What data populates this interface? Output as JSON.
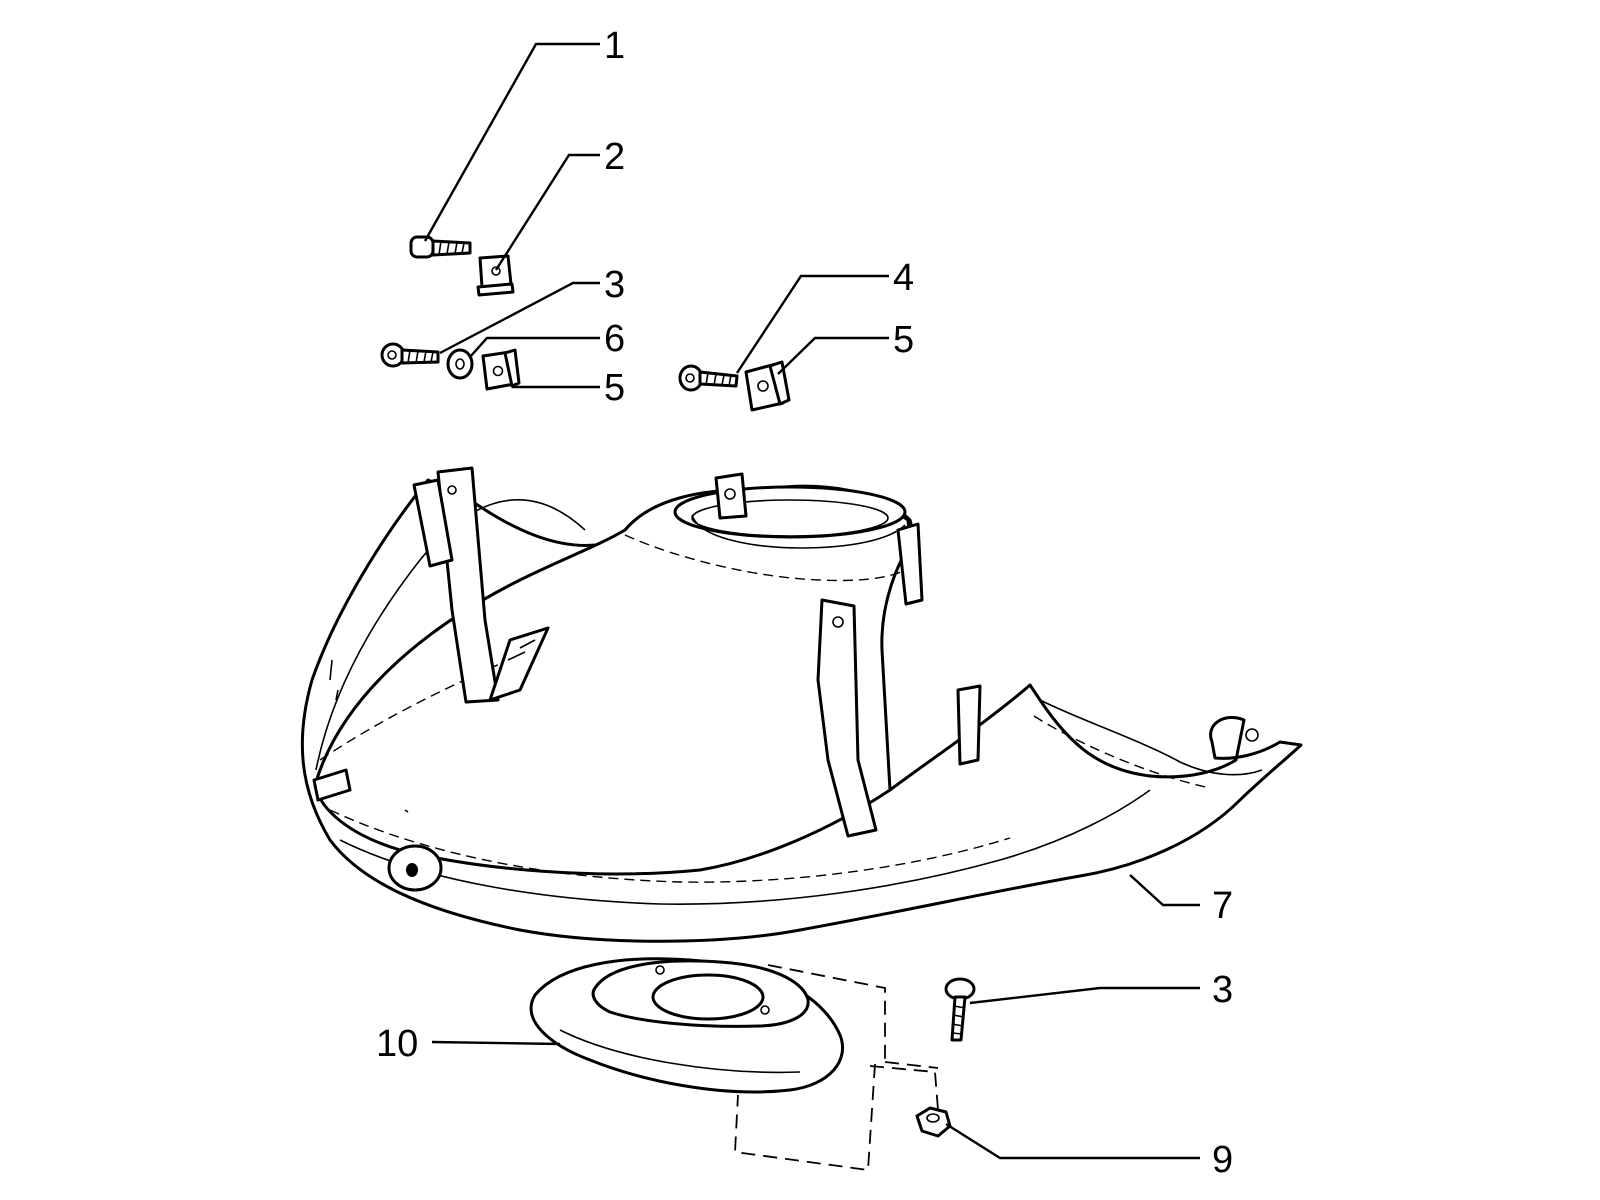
{
  "diagram": {
    "callouts": [
      {
        "id": "c1",
        "label": "1"
      },
      {
        "id": "c2",
        "label": "2"
      },
      {
        "id": "c3a",
        "label": "3"
      },
      {
        "id": "c6",
        "label": "6"
      },
      {
        "id": "c5a",
        "label": "5"
      },
      {
        "id": "c4",
        "label": "4"
      },
      {
        "id": "c5b",
        "label": "5"
      },
      {
        "id": "c7",
        "label": "7"
      },
      {
        "id": "c3b",
        "label": "3"
      },
      {
        "id": "c10",
        "label": "10"
      },
      {
        "id": "c9",
        "label": "9"
      }
    ]
  }
}
